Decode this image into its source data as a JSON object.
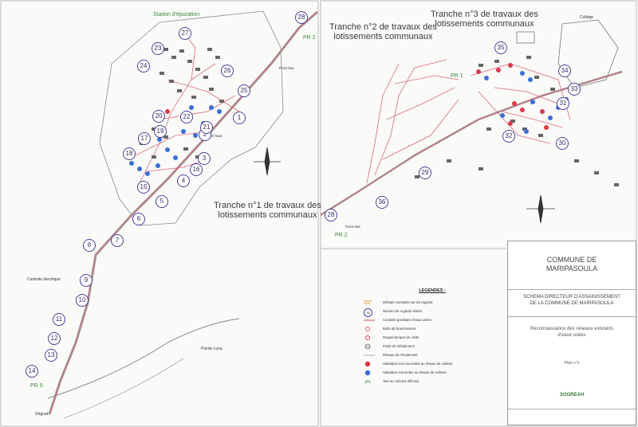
{
  "map": {
    "labels": {
      "station": "Station d'épuration",
      "tranche1": "Tranche n°1 de travaux des\nlotissements communaux",
      "tranche2": "Tranche n°2 de travaux des\nlotissements communaux",
      "tranche3": "Tranche n°3 de travaux des\nlotissements communaux",
      "college": "Collège",
      "centrale": "Centrale électrique",
      "degrad": "Dégrad",
      "pr1": "PR 1",
      "pr2a": "PR 2",
      "pr2b": "PR 2",
      "pr5": "PR 5",
      "point_bas1": "Point bas",
      "point_bas2": "Point bas",
      "point_haut": "Point haut",
      "pointe_luna": "Pointe Luna"
    },
    "manholes": [
      "1",
      "2",
      "3",
      "4",
      "5",
      "6",
      "7",
      "8",
      "9",
      "10",
      "11",
      "12",
      "13",
      "14",
      "15",
      "16",
      "17",
      "18",
      "19",
      "20",
      "21",
      "22",
      "23",
      "24",
      "25",
      "26",
      "27",
      "28",
      "28",
      "29",
      "30",
      "31",
      "32",
      "33",
      "34",
      "35",
      "36"
    ],
    "colors": {
      "network": "#d96a7a",
      "road": "#999999",
      "connected": "#3a6fd8",
      "not_connected": "#d83a4a",
      "house": "#666666",
      "number_circle": "#4a3f9a",
      "green_text": "#3a8a3a"
    }
  },
  "legend": {
    "title": "LEGENDES :",
    "items": [
      {
        "text": "Défauts constatés sur les regards",
        "symbol": "orange-text-icon"
      },
      {
        "text": "Numéro de regards visités",
        "symbol": "numbered-circle-icon",
        "sample": "36"
      },
      {
        "text": "Conduite gravitaire d'eaux usées",
        "symbol": "pink-line-icon"
      },
      {
        "text": "Boîte de branchement",
        "symbol": "pink-circle-icon"
      },
      {
        "text": "Regard tampon de visite",
        "symbol": "grey-circle-icon"
      },
      {
        "text": "Poste de refoulement",
        "symbol": "pump-station-icon"
      },
      {
        "text": "Réseau de refoulement",
        "symbol": "dashed-line-icon"
      },
      {
        "text": "Habitation non raccordée au réseau de collecte",
        "symbol": "red-dot-icon"
      },
      {
        "text": "Habitation raccordée au réseau de collecte",
        "symbol": "blue-dot-icon"
      },
      {
        "text": "Test au colorant effectué",
        "symbol": "green-arc-icon"
      }
    ]
  },
  "cartouche": {
    "commune": "COMMUNE DE\nMARIPASOULA",
    "schema": "SCHEMA DIRECTEUR D'ASSAINISSEMENT\nDE LA COMMUNE DE MARIPASOULA",
    "subject": "Reconnaissance des réseaux existants\nd'eaux usées",
    "plan": "Plan n°1",
    "company": "SOGREAH"
  }
}
